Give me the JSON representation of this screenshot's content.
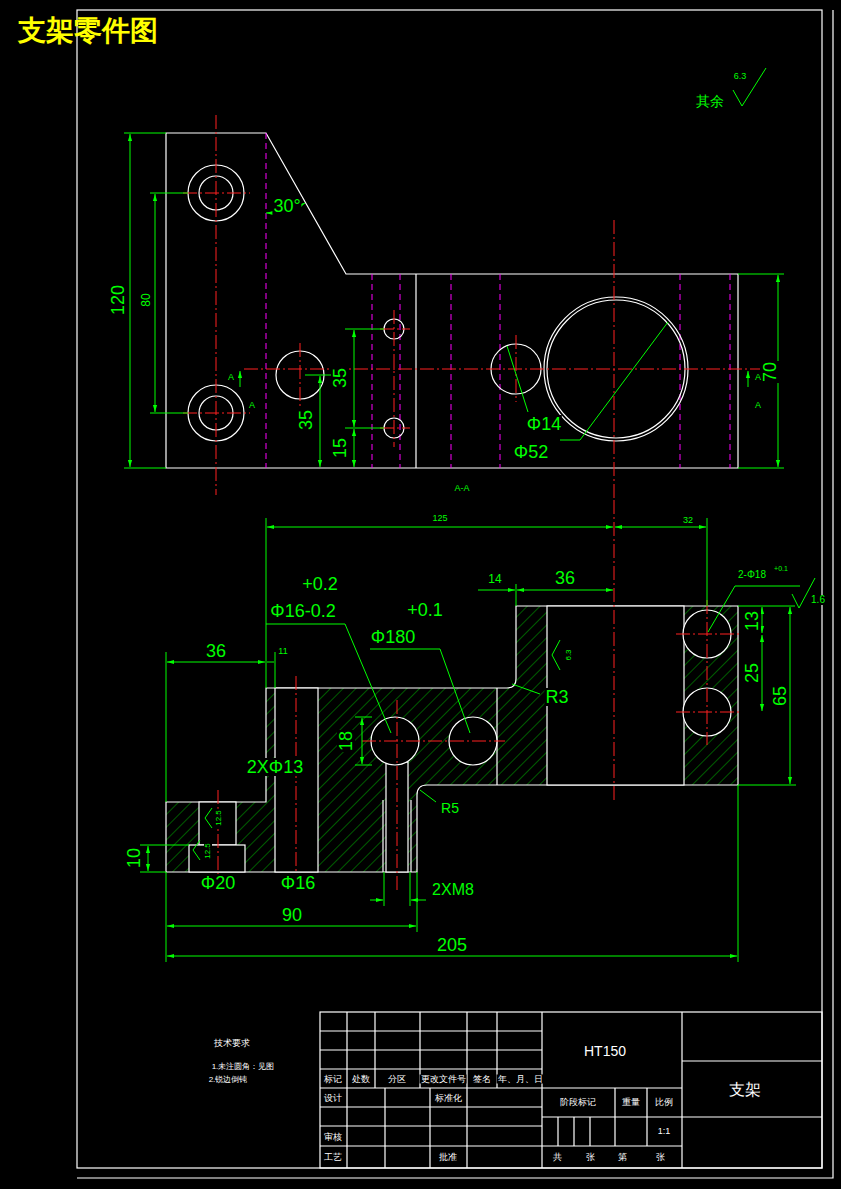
{
  "diagram": {
    "title": "支架零件图",
    "labels": [
      "其余",
      "6.3",
      "120",
      "80",
      "30°",
      "35",
      "35",
      "15",
      "70",
      "Φ14",
      "Φ52",
      "A",
      "A",
      "A",
      "A",
      "A-A",
      "125",
      "32",
      "36",
      "11",
      "14",
      "36",
      "+0.2",
      "Φ16-0.2",
      "+0.1",
      "Φ180",
      "2-Φ18",
      "+0.1",
      "1.6",
      "13",
      "25",
      "65",
      "R3",
      "2XΦ13",
      "18",
      "R5",
      "6.3",
      "12.5",
      "12.5",
      "10",
      "Φ20",
      "Φ16",
      "2XM8",
      "90",
      "205",
      "技术要求",
      "1.未注圆角：见图",
      "2.锐边倒钝",
      "HT150",
      "标记",
      "处数",
      "分区",
      "更改文件号",
      "签名",
      "年、月、日",
      "设计",
      "标准化",
      "审核",
      "工艺",
      "批准",
      "阶段标记",
      "重量",
      "比例",
      "1:1",
      "共",
      "张",
      "第",
      "张",
      "支架"
    ]
  }
}
